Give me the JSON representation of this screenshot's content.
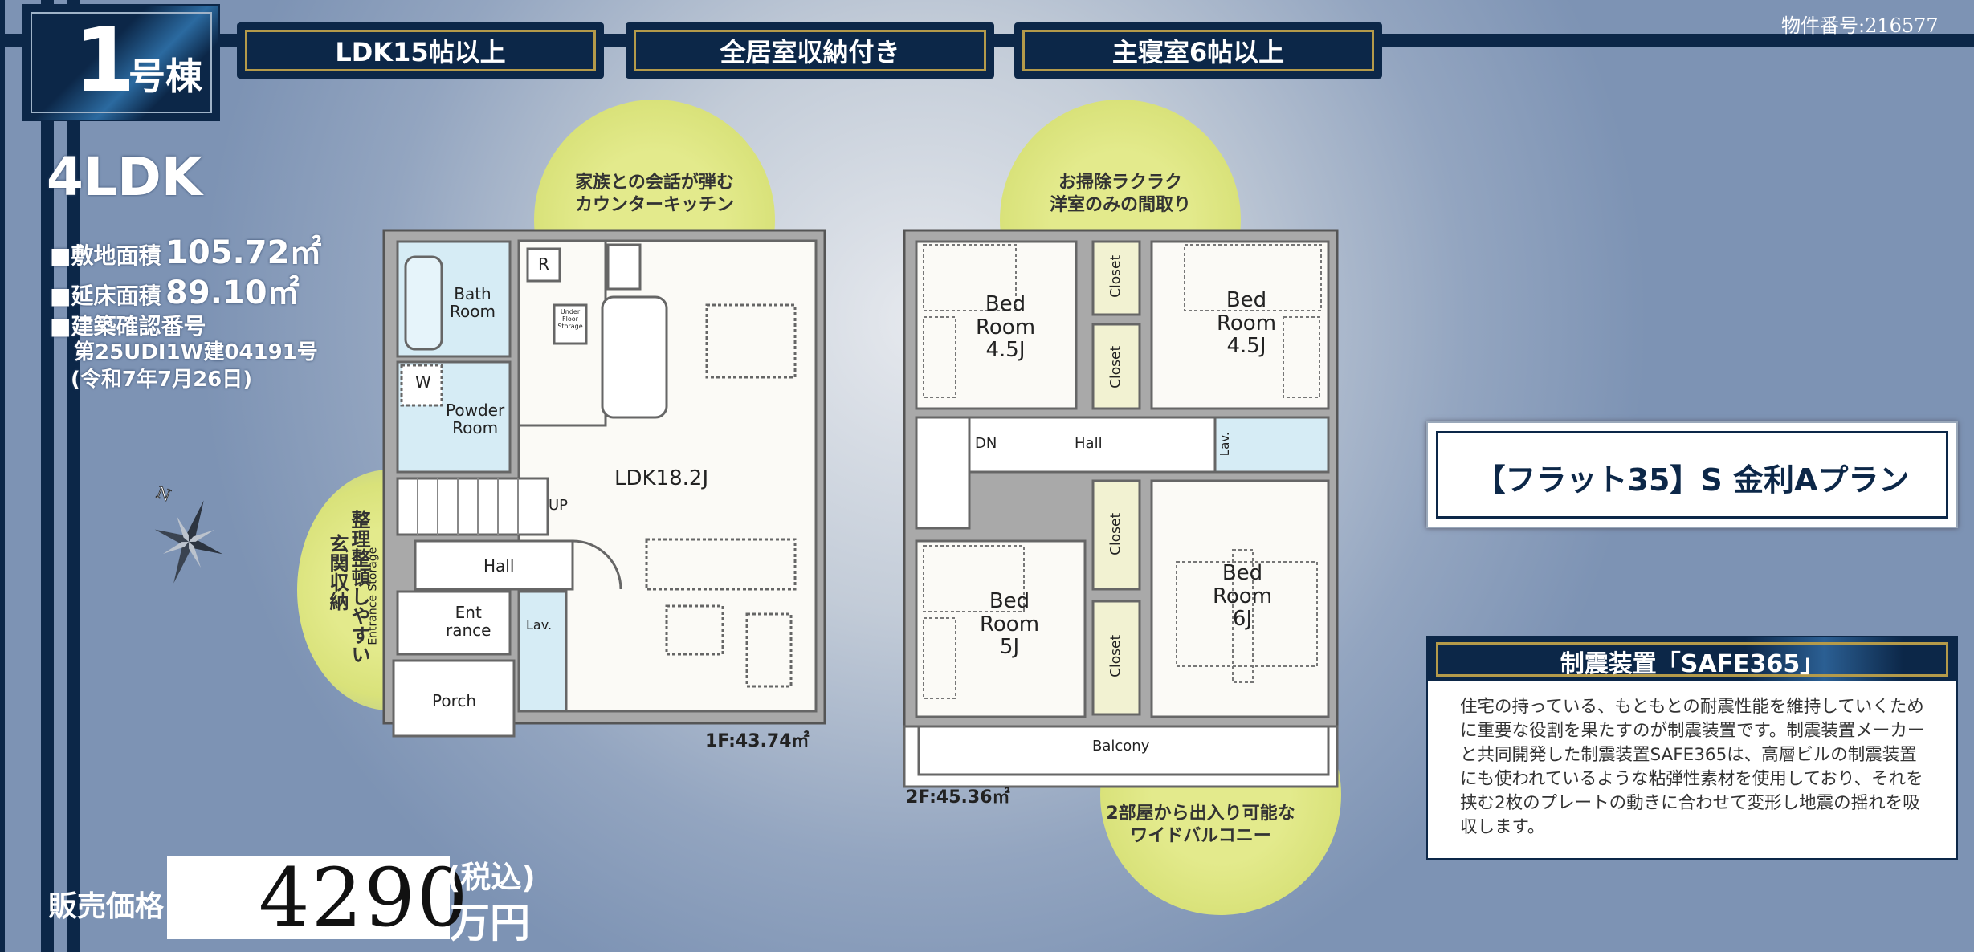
{
  "header": {
    "building_number": "1",
    "building_suffix": "号棟",
    "property_number": "物件番号:216577",
    "features": [
      "LDK15帖以上",
      "全居室収納付き",
      "主寝室6帖以上"
    ]
  },
  "summary": {
    "layout": "4LDK",
    "site_area_label": "■敷地面積",
    "site_area_value": "105.72㎡",
    "floor_area_label": "■延床面積",
    "floor_area_value": "89.10㎡",
    "permit_label": "■建築確認番号",
    "permit_number": "第25UDI1W建04191号",
    "permit_date": "(令和7年7月26日)"
  },
  "compass": {
    "north_label": "N"
  },
  "price": {
    "label": "販売価格",
    "value": "4290",
    "tax_note": "(税込)",
    "unit": "万円"
  },
  "floor1": {
    "area": "1F:43.74㎡",
    "callout_top": "家族との会話が弾む\nカウンターキッチン",
    "callout_left_1": "整理整頓しやすい",
    "callout_left_2": "玄関収納",
    "rooms": {
      "bath": "Bath\nRoom",
      "powder": "Powder\nRoom",
      "washer": "W",
      "fridge": "R",
      "underfloor": "Under\nFloor\nStorage",
      "ldk": "LDK18.2J",
      "up": "UP",
      "hall": "Hall",
      "entrance_storage": "Entrance Storage",
      "entrance": "Ent\nrance",
      "lav": "Lav.",
      "porch": "Porch"
    }
  },
  "floor2": {
    "area": "2F:45.36㎡",
    "callout_top": "お掃除ラクラク\n洋室のみの間取り",
    "callout_bottom": "2部屋から出入り可能な\nワイドバルコニー",
    "rooms": {
      "bed_tl": "Bed\nRoom\n4.5J",
      "bed_tr": "Bed\nRoom\n4.5J",
      "bed_bl": "Bed\nRoom\n5J",
      "bed_br": "Bed\nRoom\n6J",
      "closet": "Closet",
      "dn": "DN",
      "hall": "Hall",
      "lav": "Lav.",
      "balcony": "Balcony"
    }
  },
  "flat35": {
    "text": "【フラット35】S 金利Aプラン"
  },
  "safe365": {
    "title": "制震装置「SAFE365」",
    "body": "住宅の持っている、もともとの耐震性能を維持していくために重要な役割を果たすのが制震装置です。制震装置メーカーと共同開発した制震装置SAFE365は、高層ビルの制震装置にも使われているような粘弾性素材を使用しており、それを挟む2枚のプレートの動きに合わせて変形し地震の揺れを吸収します。"
  },
  "colors": {
    "navy": "#0c2748",
    "gold": "#b49a4a",
    "callout": "#dfe684",
    "wet_area": "#d6ecf5"
  }
}
